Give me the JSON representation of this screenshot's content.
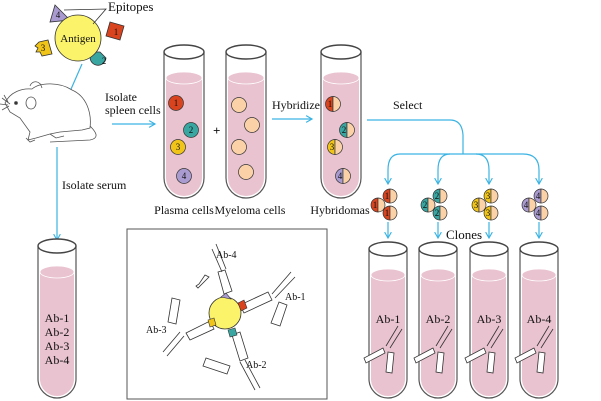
{
  "colors": {
    "arrow": "#3ab3e3",
    "liquid": "#e9c3cf",
    "antigen": "#fbf36a",
    "epitope_1": "#d9431e",
    "epitope_2": "#3aa6a2",
    "epitope_3": "#f0c419",
    "epitope_4": "#a99bcf",
    "myeloma": "#fbd2a8"
  },
  "antigen": {
    "label": "Antigen",
    "epitopes_label": "Epitopes",
    "epitope_numbers": [
      "1",
      "2",
      "3",
      "4"
    ]
  },
  "steps": {
    "isolate_spleen_line1": "Isolate",
    "isolate_spleen_line2": "spleen cells",
    "plus": "+",
    "hybridize": "Hybridize",
    "select": "Select",
    "isolate_serum": "Isolate serum",
    "clones": "Clones"
  },
  "tubes": {
    "plasma": {
      "label": "Plasma cells",
      "cells": [
        "1",
        "2",
        "3",
        "4"
      ]
    },
    "myeloma": {
      "label": "Myeloma cells"
    },
    "hybridomas": {
      "label": "Hybridomas",
      "cells": [
        "1",
        "2",
        "3",
        "4"
      ]
    },
    "serum": {
      "contents": [
        "Ab-1",
        "Ab-2",
        "Ab-3",
        "Ab-4"
      ]
    },
    "clones": [
      {
        "number": "1",
        "label": "Ab-1"
      },
      {
        "number": "2",
        "label": "Ab-2"
      },
      {
        "number": "3",
        "label": "Ab-3"
      },
      {
        "number": "4",
        "label": "Ab-4"
      }
    ]
  },
  "inset": {
    "labels": [
      "Ab-1",
      "Ab-2",
      "Ab-3",
      "Ab-4"
    ]
  }
}
